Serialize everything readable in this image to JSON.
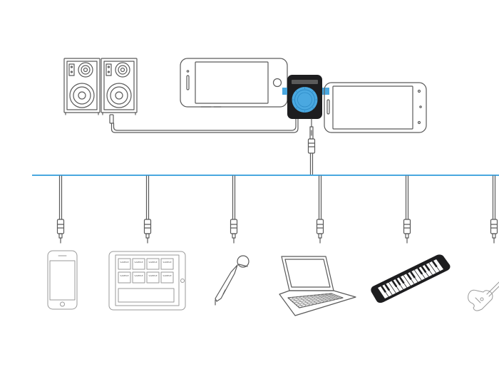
{
  "colors": {
    "accent": "#4aa8e0",
    "line": "#5a5a5a",
    "device_light": "#9a9a9a",
    "dark_body": "#1d1d1f"
  },
  "top_row": {
    "items": [
      {
        "name": "speakers",
        "icon": "speaker-pair-icon"
      },
      {
        "name": "iphone-landscape",
        "icon": "iphone-landscape-icon"
      },
      {
        "name": "audio-splitter",
        "icon": "splitter-hub-icon"
      },
      {
        "name": "android-phone",
        "icon": "android-phone-icon"
      }
    ]
  },
  "bottom_row": {
    "items": [
      {
        "name": "phone",
        "icon": "phone-icon"
      },
      {
        "name": "tablet-sampler",
        "icon": "tablet-sampler-icon"
      },
      {
        "name": "microphone",
        "icon": "microphone-icon"
      },
      {
        "name": "laptop",
        "icon": "laptop-icon"
      },
      {
        "name": "midi-keyboard",
        "icon": "keyboard-icon"
      },
      {
        "name": "guitar",
        "icon": "guitar-icon"
      }
    ],
    "pad_label": "SAMPLE"
  }
}
